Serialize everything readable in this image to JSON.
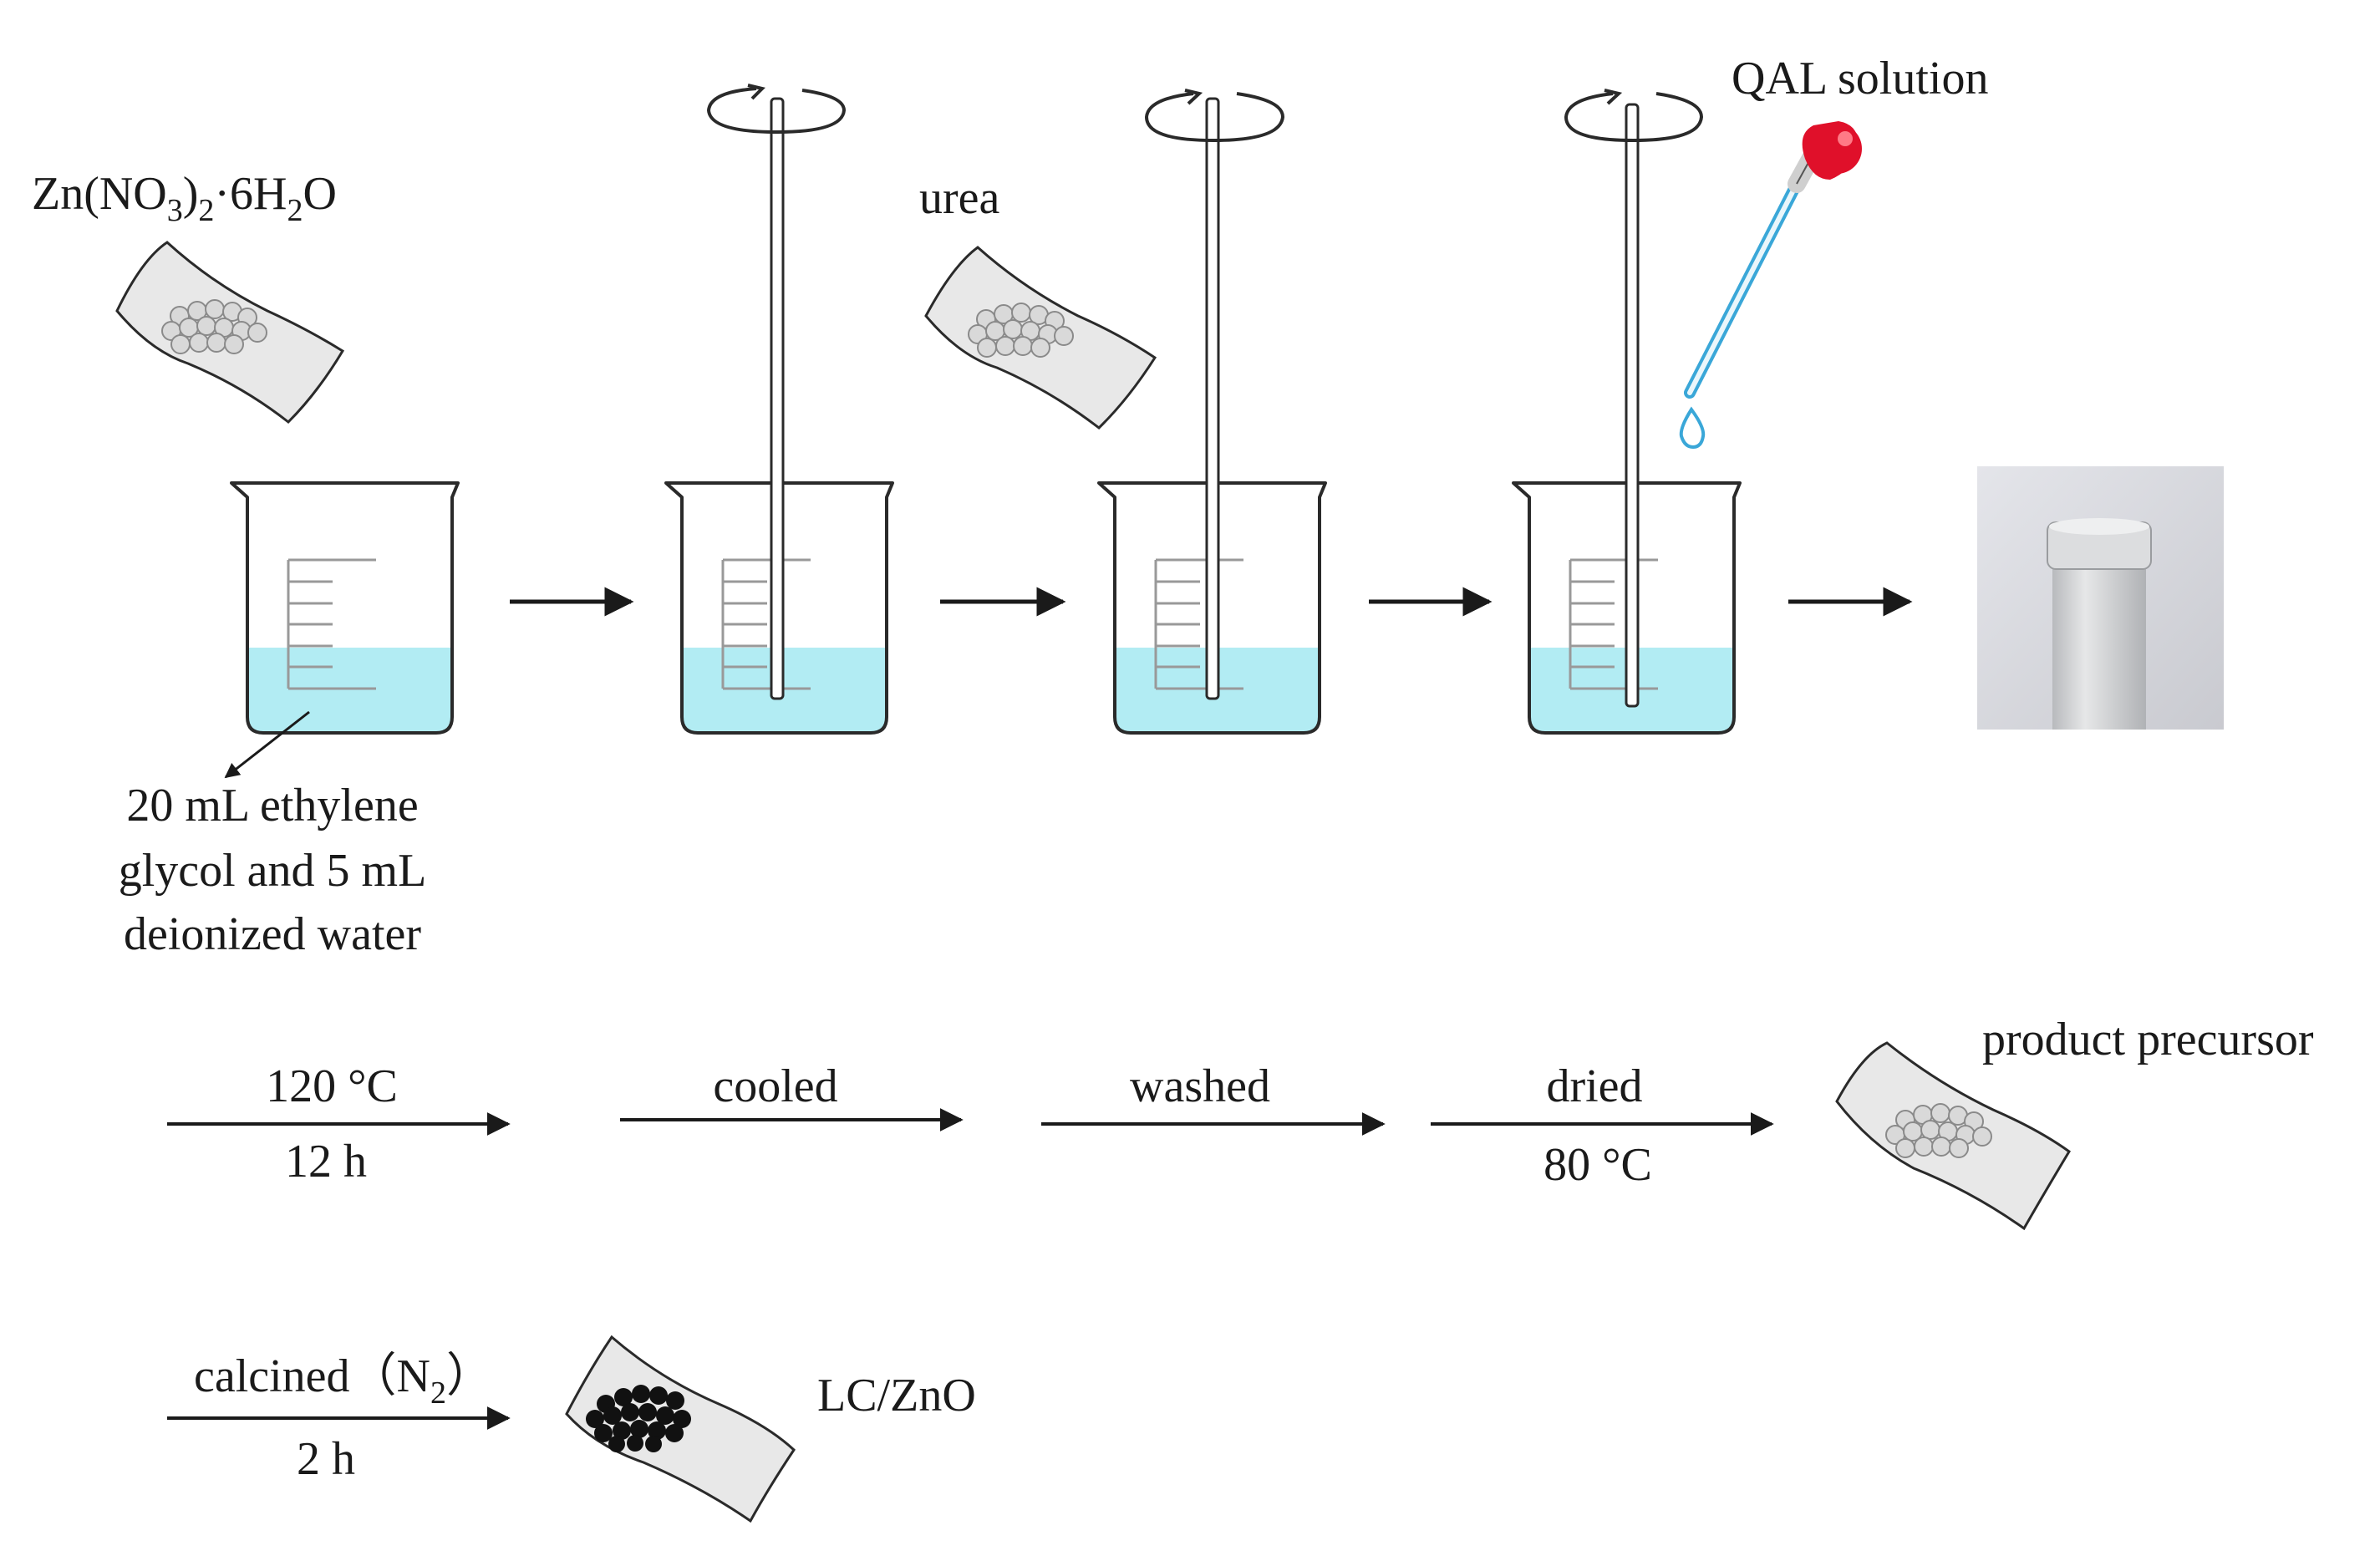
{
  "labels": {
    "zinc_nitrate": {
      "base": "Zn(NO",
      "sub1": "3",
      "mid": ")",
      "sub2": "2",
      "dot": "·6H",
      "sub3": "2",
      "end": "O"
    },
    "urea": "urea",
    "qal_solution": "QAL solution",
    "solvent_line1": "20 mL ethylene",
    "solvent_line2": "glycol and 5 mL",
    "solvent_line3": "deionized water",
    "product_precursor": "product precursor",
    "lc_zno": "LC/ZnO"
  },
  "process_steps": [
    {
      "above": "120 °C",
      "below": "12 h"
    },
    {
      "above": "cooled",
      "below": ""
    },
    {
      "above": "washed",
      "below": ""
    },
    {
      "above": "dried",
      "below": "80 °C"
    }
  ],
  "calcination": {
    "above_prefix": "calcined（N",
    "above_sub": "2",
    "above_suffix": "）",
    "below": "2 h"
  },
  "colors": {
    "solution": "#b2ecf3",
    "glass_outline": "#2a2a2a",
    "paper_fill": "#e8e8e8",
    "granule_light": "#d9d9d9",
    "granule_dark": "#111111",
    "pipette_bulb": "#e0102a",
    "pipette_tip": "#3aa7d8",
    "autoclave_bg": "#dcdde2",
    "autoclave_body": "#d0d2d4"
  },
  "icons": [
    "beaker-icon",
    "stirrer-icon",
    "rotation-arrow-icon",
    "pipette-icon",
    "droplet-icon",
    "weighing-paper-icon",
    "autoclave-photo",
    "arrow-icon"
  ]
}
